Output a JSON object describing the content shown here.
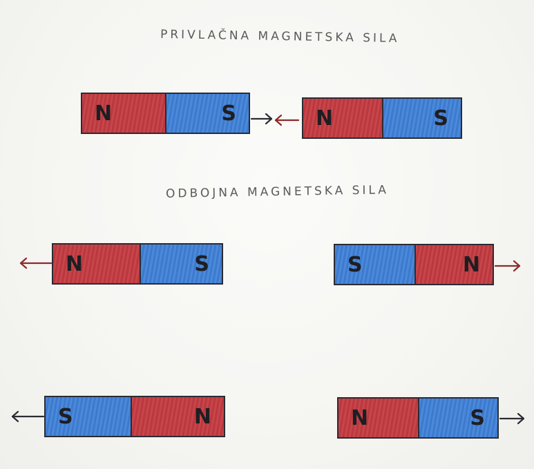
{
  "titles": {
    "attractive": "PRIVLAČNA MAGNETSKA SILA",
    "repulsive": "ODBOJNA MAGNETSKA SILA"
  },
  "poles": {
    "north": "N",
    "south": "S"
  },
  "colors": {
    "north_pole": "#c23a40",
    "south_pole": "#3d7fd6",
    "outline": "#2b2b33",
    "arrow_dark": "#2b2b33",
    "arrow_red": "#8a2a2a"
  },
  "magnets": [
    {
      "id": "attract-left",
      "left": "N",
      "right": "S"
    },
    {
      "id": "attract-right",
      "left": "N",
      "right": "S"
    },
    {
      "id": "repel-1-left",
      "left": "N",
      "right": "S"
    },
    {
      "id": "repel-1-right",
      "left": "S",
      "right": "N"
    },
    {
      "id": "repel-2-left",
      "left": "S",
      "right": "N"
    },
    {
      "id": "repel-2-right",
      "left": "N",
      "right": "S"
    }
  ]
}
